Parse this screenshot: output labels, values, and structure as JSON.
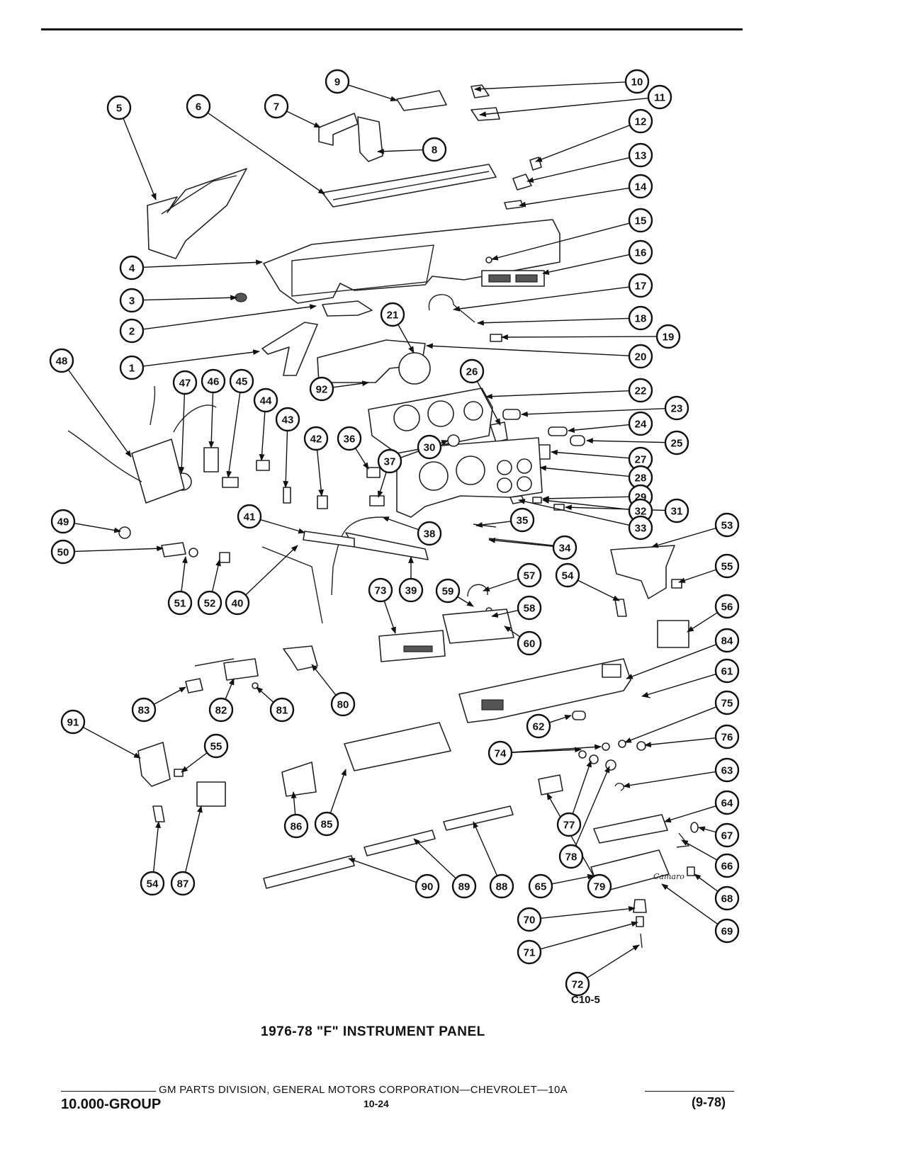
{
  "figure": {
    "code": "C10-5",
    "title": "1976-78 \"F\" INSTRUMENT PANEL",
    "script_word": "Camaro"
  },
  "footer": {
    "publisher": "GM PARTS DIVISION, GENERAL MOTORS CORPORATION—CHEVROLET—10A",
    "group": "10.000-GROUP",
    "page": "10-24",
    "date": "(9-78)"
  },
  "callouts": [
    "1",
    "2",
    "3",
    "4",
    "5",
    "6",
    "7",
    "8",
    "9",
    "10",
    "11",
    "12",
    "13",
    "14",
    "15",
    "16",
    "17",
    "18",
    "19",
    "20",
    "21",
    "22",
    "23",
    "24",
    "25",
    "26",
    "27",
    "28",
    "29",
    "30",
    "31",
    "32",
    "33",
    "34",
    "35",
    "36",
    "37",
    "38",
    "39",
    "40",
    "41",
    "42",
    "43",
    "44",
    "45",
    "46",
    "47",
    "48",
    "49",
    "50",
    "51",
    "52",
    "53",
    "54",
    "55",
    "55",
    "56",
    "57",
    "58",
    "59",
    "60",
    "61",
    "62",
    "63",
    "64",
    "65",
    "66",
    "67",
    "68",
    "69",
    "70",
    "71",
    "72",
    "73",
    "74",
    "75",
    "76",
    "77",
    "78",
    "79",
    "80",
    "81",
    "82",
    "83",
    "84",
    "85",
    "86",
    "87",
    "88",
    "89",
    "90",
    "91",
    "92",
    "54"
  ]
}
